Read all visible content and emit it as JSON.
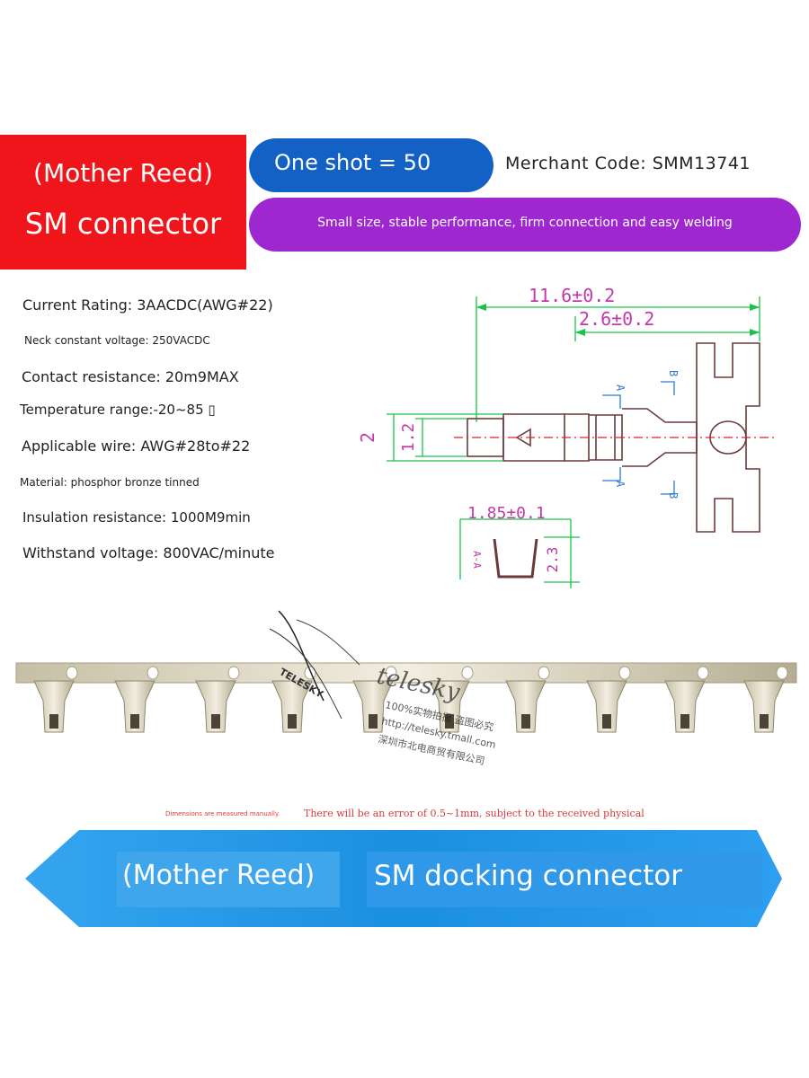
{
  "title": {
    "line1": "(Mother Reed)",
    "line2": "SM connector"
  },
  "pack": {
    "label": "One shot = 50"
  },
  "merchant": {
    "text": "Merchant Code: SMM13741"
  },
  "feature": {
    "text": "Small size, stable performance, firm connection and easy welding"
  },
  "specs": [
    "Current Rating: 3AACDC(AWG#22)",
    "Neck constant voltage: 250VACDC",
    "Contact resistance: 20m9MAX",
    "Temperature range:-20~85 ▯",
    "Applicable wire: AWG#28to#22",
    "Material: phosphor bronze tinned",
    "Insulation resistance: 1000M9min",
    "Withstand voltage: 800VAC/minute"
  ],
  "drawing": {
    "overall_length": "11.6±0.2",
    "tail_length": "2.6±0.2",
    "outer_height": "2",
    "pin_height": "1.2",
    "section_a": "A",
    "section_b": "B",
    "section_width": "1.85±0.1",
    "section_height": "2.3",
    "section_label": "A-A"
  },
  "watermark": {
    "logo": "TELESKY",
    "brand": "telesky",
    "line1": "100%实物拍摄 盗图必究",
    "line2": "http://telesky.tmall.com",
    "line3": "深圳市北电商贸有限公司"
  },
  "notes": {
    "measured": "Dimensions are measured manually.",
    "error": "There will be an error of 0.5~1mm, subject to the received physical"
  },
  "banner": {
    "left": "(Mother Reed)",
    "right": "SM docking connector"
  },
  "colors": {
    "red": "#f0151a",
    "blue": "#1361c4",
    "purple": "#9f27cf",
    "dimension_green": "#19c24a",
    "part_outline": "#6a3a3a",
    "centerline_red": "#e0202a",
    "annotation_blue": "#2b7bd6",
    "annotation_magenta": "#c23aa8",
    "banner_blue": "#1b8fe0"
  }
}
